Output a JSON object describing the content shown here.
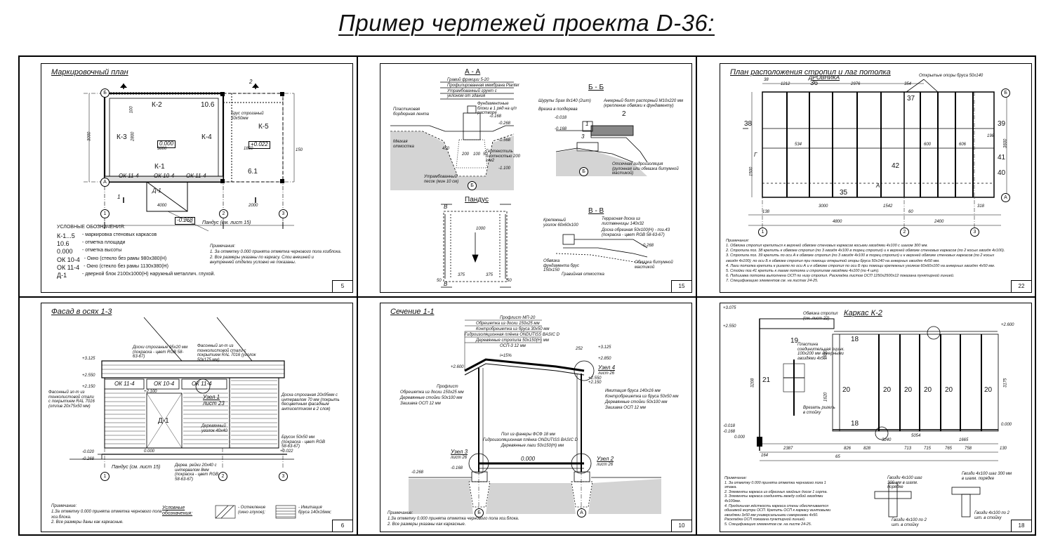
{
  "page_title": "Пример чертежей проекта D-36:",
  "panels": {
    "p1": {
      "title": "Маркировочный план",
      "number": "5",
      "labels": {
        "k2": "К-2",
        "k3": "К-3",
        "k4": "К-4",
        "k5": "К-5",
        "k1": "К-1",
        "n106": "10.6",
        "n61": "6.1",
        "lvl0": "0.000",
        "lvl022": "+0.022",
        "brus": "Брус строганый 50х50мм",
        "ok1": "ОК 11-4",
        "ok2": "ОК 10-4",
        "ok3": "ОК 11-4",
        "d1": "Д-1",
        "d3800": "3800",
        "d1850": "1850",
        "d4000": "4000",
        "d2000": "2000",
        "d3000": "3000",
        "d2800": "2800",
        "d100": "100",
        "d150": "150",
        "mark1": "1",
        "mark2": "2",
        "lvl268": "-0.268",
        "pandus": "Пандус (см. лист 15)"
      },
      "axes": {
        "b": "Б",
        "a": "А",
        "n1": "1",
        "n2": "2",
        "n3": "3"
      },
      "legend_title": "УСЛОВНЫЕ ОБОЗНАЧЕНИЯ:",
      "legend": [
        {
          "k": "К-1...5",
          "v": "- маркировка стеновых каркасов"
        },
        {
          "k": "10.6",
          "v": "- отметка площади"
        },
        {
          "k": "0.000",
          "v": "- отметка высоты"
        },
        {
          "k": "ОК 10-4",
          "v": "- Окно (стекло без рамы 980х380(Н)"
        },
        {
          "k": "ОК 11-4",
          "v": "- Окно (стекло без рамы 1130х380(Н)"
        },
        {
          "k": "Д-1",
          "v": "- дверной блок 2100х1000(Н) наружный металлич. глухой."
        }
      ],
      "notes": [
        "Примечания:",
        "1. За отметку 0.000 принята отметка чернового пола хозблока.",
        "2. Все размеры указаны по каркасу. Слои внешней и",
        "внутренней отделки условно не показаны."
      ]
    },
    "p2": {
      "number": "15",
      "labels": {
        "aa": "А - А",
        "bb": "Б - Б",
        "pandus": "Пандус",
        "vv": "В - В",
        "gravel": "Гравий фракции 5-20",
        "membrane": "Профилированная мембрана Planter",
        "ground": "Утрамбованный грунт с уклоном от здания",
        "tape": "Пластиковая бордюрная лента",
        "blocks": "Фундаментные блоки в 1 ряд на ц/п растворе",
        "otmostka": "Мягкая отмостка",
        "geo": "Геотекстиль плотностью 200 г/м2",
        "sand": "Утрамбованный песок (мин 10 см)",
        "shurupy": "Шурупы Spax 8х140 (2шт)",
        "vrezka": "Врезка в полдерева",
        "bolt": "Анкерный болт распорный М10х220 мм (крепление обвязки к фундаменту)",
        "otsech": "Отсечная гидроизоляция (рулонная или обмазка битумной мастикой)",
        "ugolok": "Крепежный уголок 60х60х100",
        "terrace": "Террасная доска из лиственницы 140х32",
        "doska": "Доска обрезная 50х100(Н) - поз.43 (покраска - цвет RGB 58-63-67)",
        "obvyazka": "Обвязка фундамента брус 150х150",
        "gravotm": "Гравийная отмостка",
        "mastika": "Обмазка битумной мастикой",
        "l168": "-0.168",
        "l268": "-0.268",
        "l568": "-0.568",
        "l1100": "-1.100",
        "l018": "-0.018",
        "l0168": "-0.168",
        "l0268": "-0.268",
        "d1000": "1000",
        "d375a": "375",
        "d375b": "375",
        "d50a": "50",
        "d50b": "50",
        "d450": "450",
        "d200": "200",
        "d100": "100",
        "d50": "50",
        "ax_b": "Б",
        "ax_b2": "Б",
        "v1": "В",
        "v2": "В",
        "n1": "1",
        "n2": "2",
        "n3": "3"
      }
    },
    "p3": {
      "title": "План расположения стропил и лаг потолка",
      "number": "22",
      "labels": {
        "drovnik": "ДРОВНИКА",
        "opory": "Открытые опоры бруса 50х140",
        "p36": "36",
        "p37": "37",
        "p38": "38",
        "p39": "39",
        "p40": "40",
        "p41": "41",
        "p42": "42",
        "p35": "35",
        "d1212": "1212",
        "d2976": "2976",
        "d354": "354",
        "d38": "38",
        "d534": "534",
        "d600": "600",
        "d606": "606",
        "d3000": "3000",
        "d1542": "1542",
        "d4800": "4800",
        "d2400": "2400",
        "d138": "138",
        "d60": "60",
        "d318": "318",
        "d1500": "1500",
        "d3600": "3600",
        "d198": "198",
        "aA": "А",
        "aG": "Г"
      },
      "axes": {
        "b1": "Б",
        "b2": "Б",
        "a1": "А",
        "a2": "А",
        "n1": "1",
        "n2": "2",
        "n3": "3"
      },
      "notes": [
        "Примечания:",
        "1. Обвязка стропил крепиться к верхней обвязке стеновых каркасов косыми гвоздями 4х100 с шагом 300 мм.",
        "2. Стропила поз. 38 крепить к обвязке стропил (по 3 гвоздя 4х100 в торец стропил) и к верхней обвязке стеновых каркасов (по 2 косых гвоздя 4х100).",
        "3. Стропила поз. 39 крепить по оси А к обвязке стропил (по 3 гвоздя 4х100 в торец стропил) и к верхней обвязке стеновых каркасов (по 2 косых",
        "гвоздя 4х100); по оси Б к обвязке стропил при помощи открытой опоры бруса 50х140 на анкерных гвоздях 4х50 мм.",
        "4. Лаги потолка крепить к ригелю по оси А и к обвязке стропил по оси Б при помощи крепежных уголков 60х60х100 на анкерных гвоздях 4х50 мм.",
        "5. Стойки поз.41 крепить к лагам потолка и стропилам гвоздями 4х100 (по 4 шт).",
        "6. Подшивка потолка выполнена ОСП по низу стропил. Раскладка листов ОСП 1250х2500х12 показана пунктирной линией.",
        "7. Спецификацию элементов см. на листах 24-25."
      ]
    },
    "p4": {
      "title": "Фасад в осях 1-3",
      "number": "6",
      "labels": {
        "doski": "Доски строганые 95х20 мм (покраска - цвет RGB 58-63-67)",
        "faseth": "Фасонный эл-т из тонколистовой стали с покрытием RAL 7016 (уголок 50х175 мм)",
        "faset2": "Фасонный эл-т из тонколистовой стали с покрытием RAL 7016 (отлив 20х75х50 мм)",
        "ok1": "ОК 11-4",
        "ok2": "ОК 10-4",
        "ok3": "ОК 11-4",
        "d1": "Д-1",
        "uzel": "Узел 1",
        "list": "лист 23",
        "ugolok": "Деревянный уголок 40х40",
        "doska20": "Доска строганая 20х95мм с интервалом 70 мм (покрыть бесцветным фасадным антисептиком в 2 слоя)",
        "brusok": "Брусок 50х50 мм (покраска - цвет RGB 58-63-67)",
        "reyki": "Дерев. рейки 20х40 с интервалом 8мм (покраска - цвет RGB 58-63-67)",
        "pandus": "Пандус (см. лист 15)",
        "l3125": "+3.125",
        "l2550": "+2.550",
        "l2150": "+2.150",
        "l2100": "+2.100",
        "l0": "0.000",
        "l020": "-0.020",
        "l268": "-0.268",
        "l022": "+0.022",
        "n1": "1",
        "n2": "2",
        "n3": "3"
      },
      "notes": [
        "Примечание:",
        "1.За отметку 0.000 принята отметка чернового пола",
        "хоз.блока.",
        "2. Все размеры даны как каркасные."
      ],
      "leg_title": "Условные обозначения:",
      "leg_glass": "- Остекление (окно глухое);",
      "leg_brus": "- Имитация бруса 140х16мм;"
    },
    "p5": {
      "title": "Сечение 1-1",
      "number": "10",
      "labels": {
        "prof": "Профлист МП-20",
        "obresh": "Обрешетка из доски 150х25 мм",
        "kontr": "Контробрешетка из бруса 30х50 мм",
        "gidro": "Гидроизоляционная плёнка ONDUTISS BASIC D",
        "strop": "Деревянные стропила 50х150(Н) мм",
        "osp": "ОСП-3 12 мм",
        "proflist": "Профлист",
        "obr2": "Обрешетка из доски 150х25 мм",
        "stoyki": "Деревянные стойки 50х100 мм",
        "zash": "Зашивка ОСП 12 мм",
        "imit": "Имитация бруса 140х16 мм",
        "kontr2": "Контробрешетка из бруса 50х50 мм",
        "stoyki2": "Деревянные стойки 50х100 мм",
        "zash2": "Зашивка ОСП 12 мм",
        "pol": "Пол из фанеры ФСФ 18 мм",
        "gidro2": "Гидроизоляционная плёнка ONDUTISS BASIC D",
        "lagi": "Деревянные лаги 50х150(Н) мм",
        "uz3": "Узел 3",
        "uz3l": "лист 26",
        "uz4": "Узел 4",
        "uz4l": "лист 26",
        "uz2": "Узел 2",
        "uz2l": "лист 26",
        "l3125": "+3.125",
        "l2850": "+2.850",
        "l2600": "+2.600",
        "l2550": "+2.550",
        "l2150": "+2.150",
        "l0": "0.000",
        "l168": "-0.168",
        "l268": "-0.268",
        "d252": "252",
        "i": "i=15%",
        "axB": "Б",
        "axA": "А"
      },
      "notes": [
        "Примечание:",
        "1.За отметку 0.000 принята отметка чернового пола хоз.блока.",
        "2. Все размеры указаны как каркасные."
      ]
    },
    "p6": {
      "title": "Каркас К-2",
      "number": "18",
      "labels": {
        "l3075": "+3.075",
        "l2550": "+2.550",
        "l2600": "+2.600",
        "l0": "0.000",
        "l018": "-0.018",
        "l168": "-0.168",
        "l0b": "0.000",
        "obvyazka": "Обвязка стропил (см. лист 22)",
        "plastina": "Пластина соединительная оцинк. 100х200 мм анкерными гвоздями 4х50",
        "vrezat": "Врезать ригель в стойку",
        "p19": "19",
        "p21": "21",
        "p18a": "18",
        "p18b": "18",
        "p20a": "20",
        "p20b": "20",
        "p20c": "20",
        "p20d": "20",
        "p20e": "20",
        "p20f": "20",
        "d5054": "5054",
        "d3240": "3240",
        "d1665": "1665",
        "d2387": "2387",
        "d826": "826",
        "d828": "828",
        "d713": "713",
        "d715": "715",
        "d765": "765",
        "d758": "758",
        "d65": "65",
        "d164": "164",
        "d130": "130",
        "d3208": "3208",
        "d3175": "3175",
        "d1620": "1620",
        "d1920": "1920",
        "gv1": "Гвозди 4х100 шаг 300 мм в шахм. порядке",
        "gv2": "Гвозди 4х100 шаг 300 мм в шахм. порядке",
        "gv3": "Гвозди 4х100 по 2 шт. в стойку",
        "gv4": "Гвозди 4х100 по 2 шт. в стойку"
      },
      "notes": [
        "Примечание:",
        "1. За отметку 0.000 принята отметка чернового пола 1",
        "этажа.",
        "2. Элементы каркаса из обрезных хвойных досок 1 сорта.",
        "3. Элементы каркаса соединять между собой гвоздями",
        "4х100мм.",
        "4. Продольная жёсткость каркаса стены обеспечивается",
        "обшивкой внутри ОСП. Крепить ОСП к каркасу винтовыми",
        "гвоздями 3х50 мм универсальными саморезами 4х50.",
        "Раскладка ОСП показана пунктирной линией.",
        "5. Спецификацию элементов см. на листе 24-25."
      ]
    }
  }
}
